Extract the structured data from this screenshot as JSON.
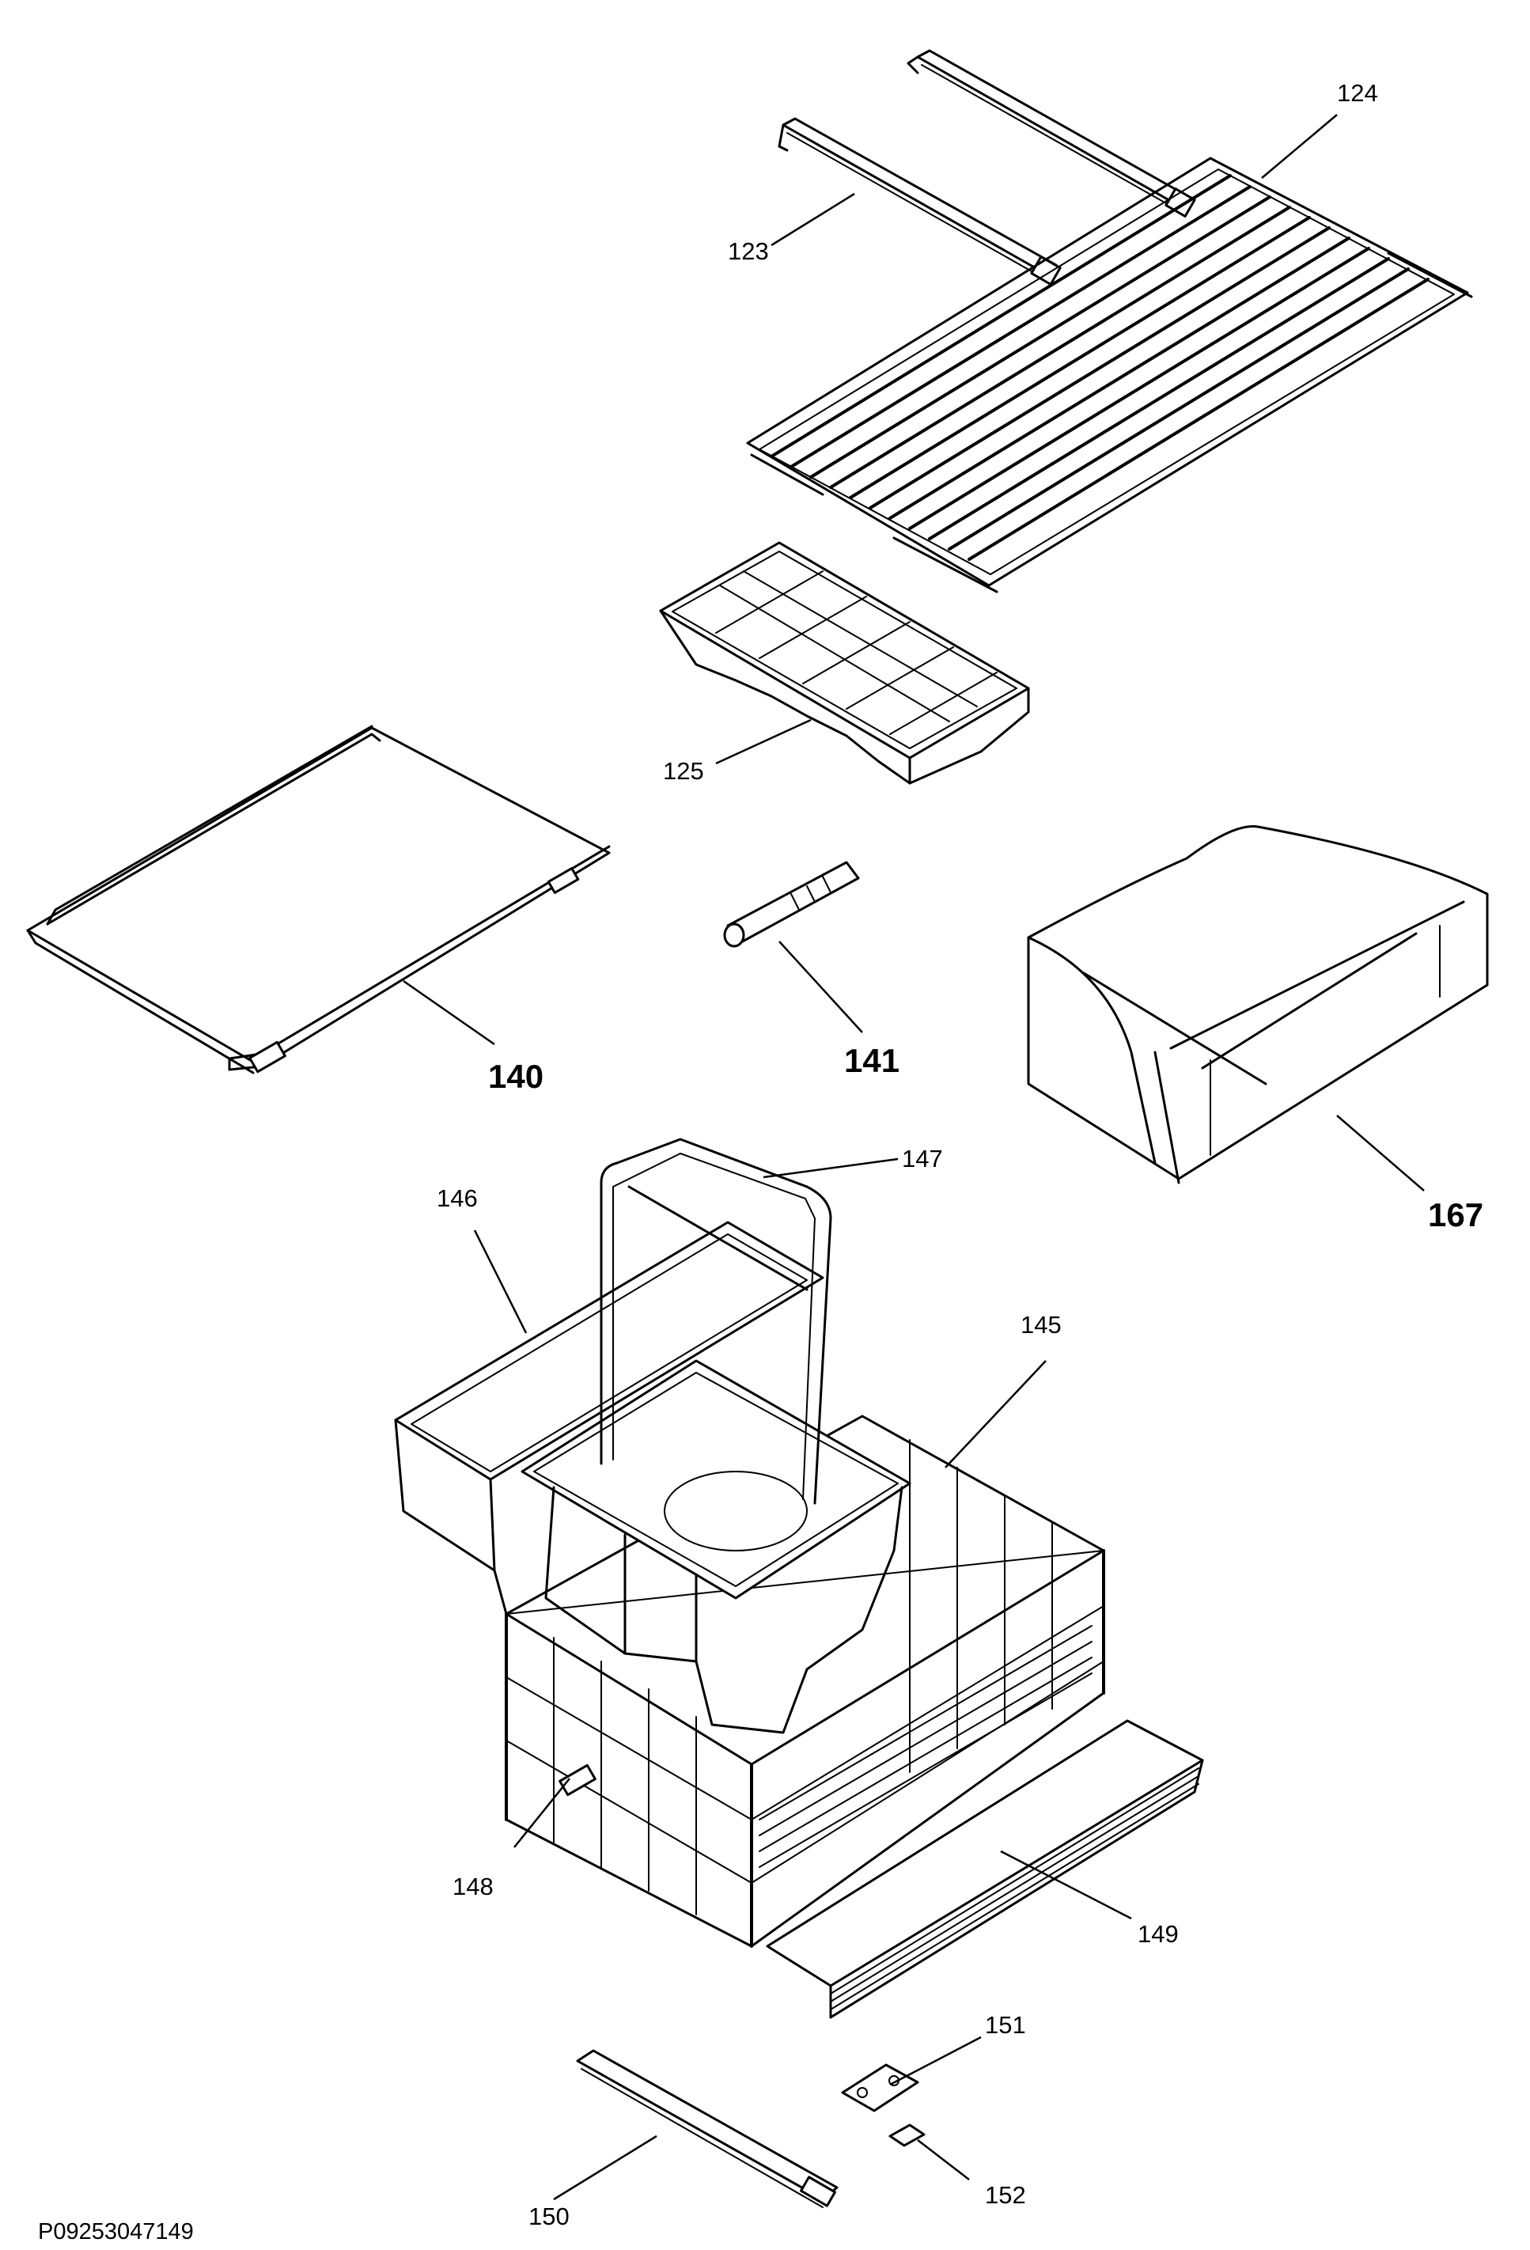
{
  "diagram": {
    "reference_code": "P09253047149",
    "callouts": [
      {
        "id": "123",
        "text": "123"
      },
      {
        "id": "124",
        "text": "124"
      },
      {
        "id": "125",
        "text": "125"
      },
      {
        "id": "140",
        "text": "140"
      },
      {
        "id": "141",
        "text": "141"
      },
      {
        "id": "145",
        "text": "145"
      },
      {
        "id": "146",
        "text": "146"
      },
      {
        "id": "147",
        "text": "147"
      },
      {
        "id": "148",
        "text": "148"
      },
      {
        "id": "149",
        "text": "149"
      },
      {
        "id": "150",
        "text": "150"
      },
      {
        "id": "151",
        "text": "151"
      },
      {
        "id": "152",
        "text": "152"
      },
      {
        "id": "167",
        "text": "167"
      }
    ]
  }
}
